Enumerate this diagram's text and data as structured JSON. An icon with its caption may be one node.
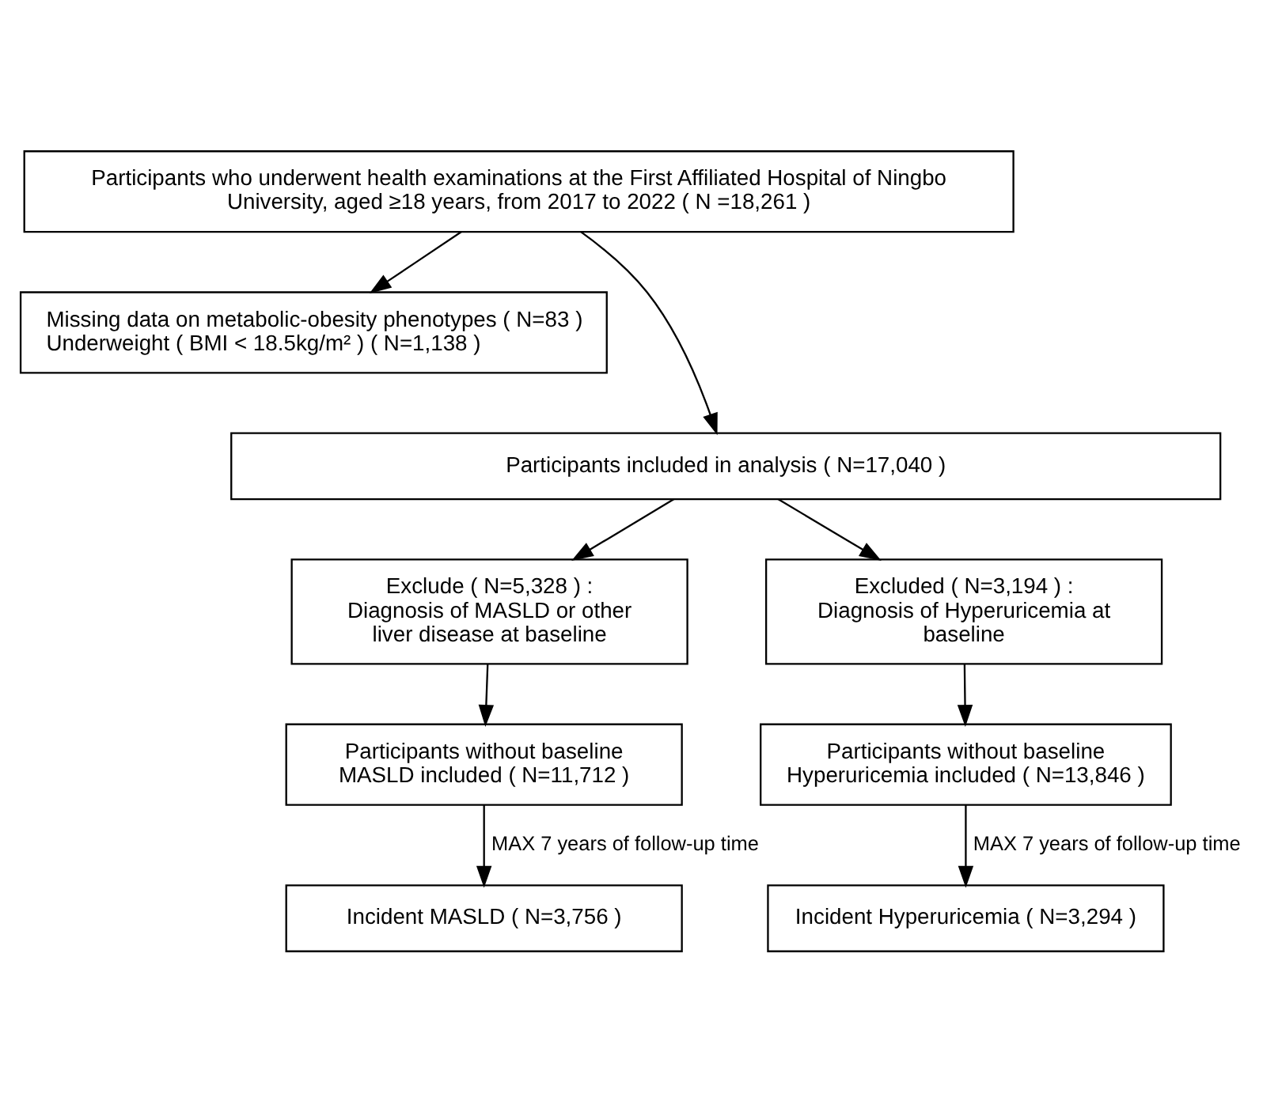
{
  "diagram": {
    "nodes": [
      {
        "text": [
          "Participants who underwent health examinations at the First Affiliated Hospital of Ningbo University, aged ≥18 years, from 2017 to 2022 ( N =18,261 )"
        ]
      },
      {
        "text": [
          "Missing data on metabolic-obesity phenotypes ( N=83 )",
          "Underweight ( BMI < 18.5kg/m² ) ( N=1,138 )"
        ]
      },
      {
        "text": [
          "Participants included in analysis ( N=17,040 )"
        ]
      },
      {
        "text": [
          "Exclude ( N=5,328 ) :",
          "Diagnosis of MASLD or other liver disease at baseline"
        ]
      },
      {
        "text": [
          "Excluded ( N=3,194 ) :",
          "Diagnosis of Hyperuricemia at baseline"
        ]
      },
      {
        "text": [
          "Participants without baseline MASLD included ( N=11,712 )"
        ]
      },
      {
        "text": [
          "Participants without baseline Hyperuricemia included ( N=13,846 )"
        ]
      },
      {
        "text": [
          "Incident MASLD ( N=3,756 )"
        ]
      },
      {
        "text": [
          "Incident Hyperuricemia ( N=3,294 )"
        ]
      }
    ],
    "edges": [
      {
        "from": 0,
        "to": 1,
        "arrow": "to"
      },
      {
        "from": 0,
        "to": 2,
        "arrow": "to"
      },
      {
        "from": 2,
        "to": 3,
        "arrow": "to"
      },
      {
        "from": 2,
        "to": 4,
        "arrow": "to"
      },
      {
        "from": 3,
        "to": 5,
        "arrow": "to"
      },
      {
        "from": 4,
        "to": 6,
        "arrow": "to"
      },
      {
        "from": 5,
        "to": 7,
        "arrow": "to",
        "label": "MAX 7 years of follow-up time"
      },
      {
        "from": 6,
        "to": 8,
        "arrow": "to",
        "label": "MAX 7 years of follow-up time"
      }
    ]
  }
}
